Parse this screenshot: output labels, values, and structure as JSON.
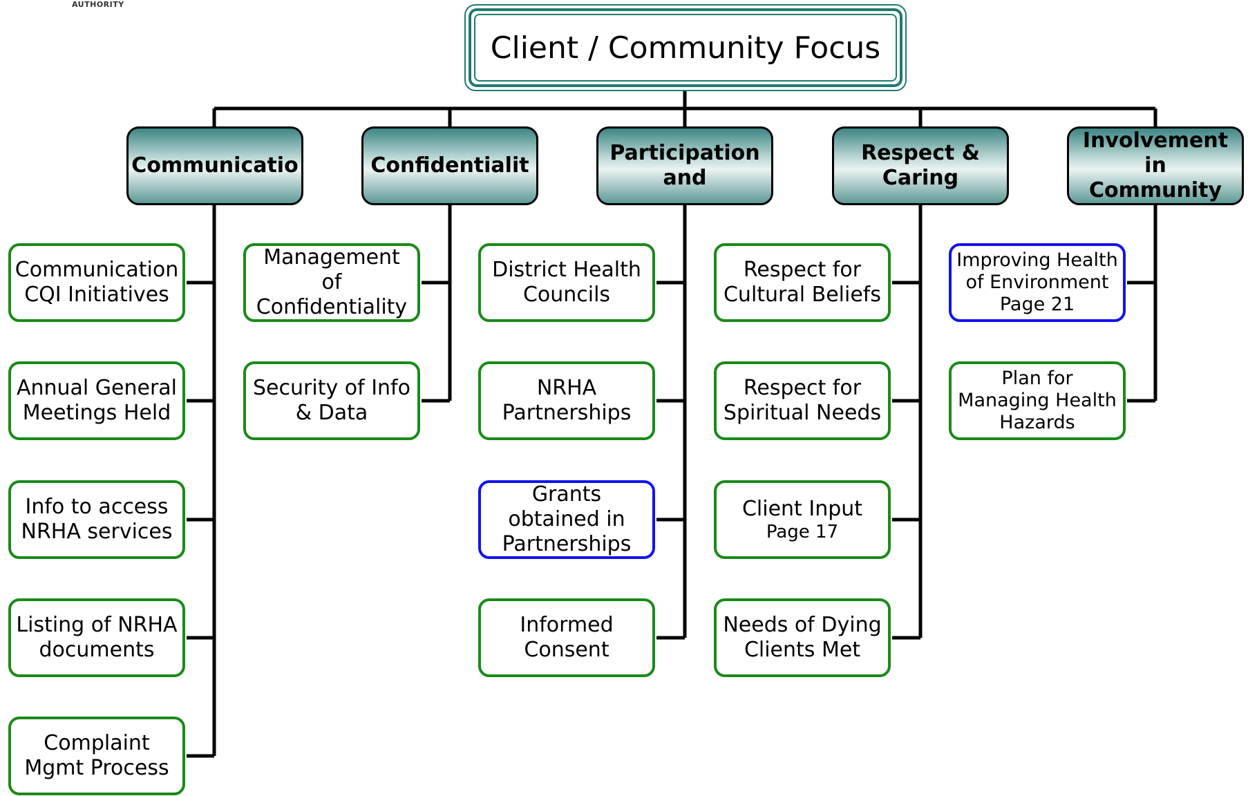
{
  "logo_text": "AUTHORITY",
  "root": {
    "title": "Client / Community Focus"
  },
  "categories": [
    {
      "label": "Communicatio"
    },
    {
      "label": "Confidentialit"
    },
    {
      "label": "Participation\nand"
    },
    {
      "label": "Respect &\nCaring"
    },
    {
      "label": "Involvement\nin Community"
    }
  ],
  "items": {
    "communication": [
      {
        "label": "Communication CQI Initiatives"
      },
      {
        "label": "Annual General Meetings Held"
      },
      {
        "label": "Info to access NRHA services"
      },
      {
        "label": "Listing of NRHA documents"
      },
      {
        "label": "Complaint Mgmt Process"
      }
    ],
    "confidentiality": [
      {
        "label": "Management of Confidentiality"
      },
      {
        "label": "Security of Info & Data"
      }
    ],
    "participation": [
      {
        "label": "District Health Councils"
      },
      {
        "label": "NRHA Partnerships"
      },
      {
        "label": "Grants obtained in Partnerships"
      },
      {
        "label": "Informed Consent"
      }
    ],
    "respect": [
      {
        "label": "Respect for Cultural Beliefs"
      },
      {
        "label": "Respect for Spiritual Needs"
      },
      {
        "label": "Client Input",
        "sub": "Page 17"
      },
      {
        "label": "Needs of Dying Clients Met"
      }
    ],
    "involvement": [
      {
        "label": "Improving Health of Environment Page 21"
      },
      {
        "label": "Plan for Managing Health Hazards"
      }
    ]
  },
  "colors": {
    "green_border": "#1a8a1a",
    "blue_border": "#1212ee",
    "teal": "#1f7a70",
    "connector": "#000000"
  }
}
